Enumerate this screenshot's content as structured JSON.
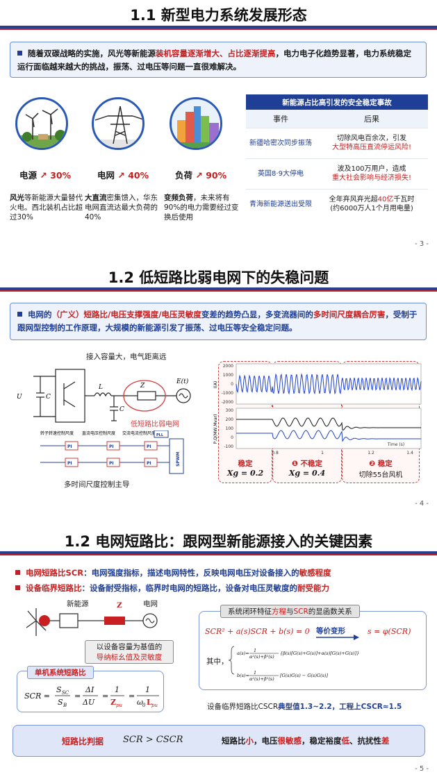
{
  "slide1": {
    "title": "1.1 新型电力系统发展形态",
    "bullet": {
      "p1": "随着双碳战略的实施，风光等新能源",
      "p2": "装机容量逐渐增大、占比逐渐提高",
      "p3": "，电力电子化趋势显著，电力系统稳定运行面临越来越大的挑战，振荡、过电压等问题一直很难解决。"
    },
    "stats": [
      {
        "name": "电源",
        "pct": "30%",
        "lead": "风光",
        "desc": "等新能源大量替代火电。西北装机占比超过30%"
      },
      {
        "name": "电网",
        "pct": "40%",
        "lead": "大直流",
        "desc": "密集馈入，华东电网直流达最大负荷的40%"
      },
      {
        "name": "负荷",
        "pct": "90%",
        "lead": "变频负荷",
        "desc": "，未来将有90%的电力需要经过变换后使用"
      }
    ],
    "table": {
      "title": "新能源占比高引发的安全稳定事故",
      "col_event": "事件",
      "col_result": "后果",
      "rows": [
        {
          "event": "新疆哈密次同步振荡",
          "r1": "切除风电百余次，引发",
          "r2": "大型特高压直流停运风险!"
        },
        {
          "event": "英国8·9大停电",
          "r1": "波及100万用户，造成",
          "r2": "重大社会影响与经济损失!"
        },
        {
          "event": "青海新能源送出受限",
          "r1a": "全年弃风弃光超",
          "r1b": "40亿",
          "r1c": "千瓦时",
          "r2": "(约6000万人1个月用电量)"
        }
      ]
    },
    "page": "- 3 -"
  },
  "slide2": {
    "title": "1.2 低短路比弱电网下的失稳问题",
    "bullet": {
      "p1": "电网的",
      "p2": "（广义）短路比/电压支撑强度/电压灵敏度",
      "p3": "变差的趋势凸显，多变流器间的",
      "p4": "多时间尺度耦合",
      "p5": "厉害",
      "p6": "，受制于跟网型控制的工作原理，大规模的新能源引发了振荡、过电压等安全稳定问题。"
    },
    "circuit": {
      "caption_top": "接入容量大，电气距离远",
      "weak_grid": "低短路比弱电网",
      "udc": "U",
      "cdc": "C",
      "lf": "L",
      "cf": "C",
      "zset": "Z",
      "et": "E(t)",
      "ctrl_labels": [
        "转子转速控制尺度",
        "直流电压控制尺度",
        "交流电流控制尺度"
      ],
      "pi": "PI",
      "pll": "PLL",
      "spwm": "SPWM",
      "caption_bottom": "多时间尺度控制主导"
    },
    "chart": {
      "y1_label": "I(A)",
      "y1_ticks": [
        "2000",
        "1000",
        "0",
        "-1000",
        "-2000"
      ],
      "y2_label": "P,Q(MW,Mvar)",
      "y2_ticks": [
        "300",
        "200",
        "100",
        "0",
        "-100"
      ],
      "x_ticks": [
        "0.8",
        "1",
        "1.2",
        "1.4"
      ],
      "x_label": "Time (s)",
      "seg1_title": "稳定",
      "seg1_sub": "Xg = 0.2",
      "seg2_num": "❶",
      "seg2_title": "不稳定",
      "seg2_sub": "Xg = 0.4",
      "seg3_num": "❷",
      "seg3_title": "稳定",
      "seg3_sub": "切除55台风机"
    },
    "page": "- 4 -"
  },
  "slide3": {
    "title": "1.2 电网短路比：跟网型新能源接入的关键因素",
    "b1": {
      "a": "电网短路比SCR",
      "b": "：电网强度指标，描述电网特性，反映电网电压对设备接入的",
      "c": "敏感程度"
    },
    "b2": {
      "a": "设备临界短路比",
      "b": "：设备耐受指标，临界时电网的短路比，设备对电压灵敏度的",
      "c": "耐受能力"
    },
    "diagram": {
      "source": "新能源",
      "z": "Z",
      "grid": "电网",
      "note1": "以设备容量为基值的",
      "note2": "导纳标幺值及灵敏度",
      "single_title": "单机系统短路比"
    },
    "eq_box_title": {
      "a": "系统闭环特征",
      "b": "方程",
      "c": "与",
      "d": "SCR",
      "e": "的显函数关系"
    },
    "equiv": "等价变形",
    "qizhong": "其中，",
    "critical": {
      "a": "设备临界短路比CSCR",
      "b": "典型值1.3~2.2，工程上CSCR≈1.5"
    },
    "judge": {
      "label": "短路比判据",
      "expr": "SCR > CSCR",
      "t1": "短路比",
      "t2": "小",
      "t3": "，电压",
      "t4": "很敏感",
      "t5": "，稳定裕度",
      "t6": "低",
      "t7": "、抗扰性",
      "t8": "差"
    },
    "page": "- 5 -"
  }
}
